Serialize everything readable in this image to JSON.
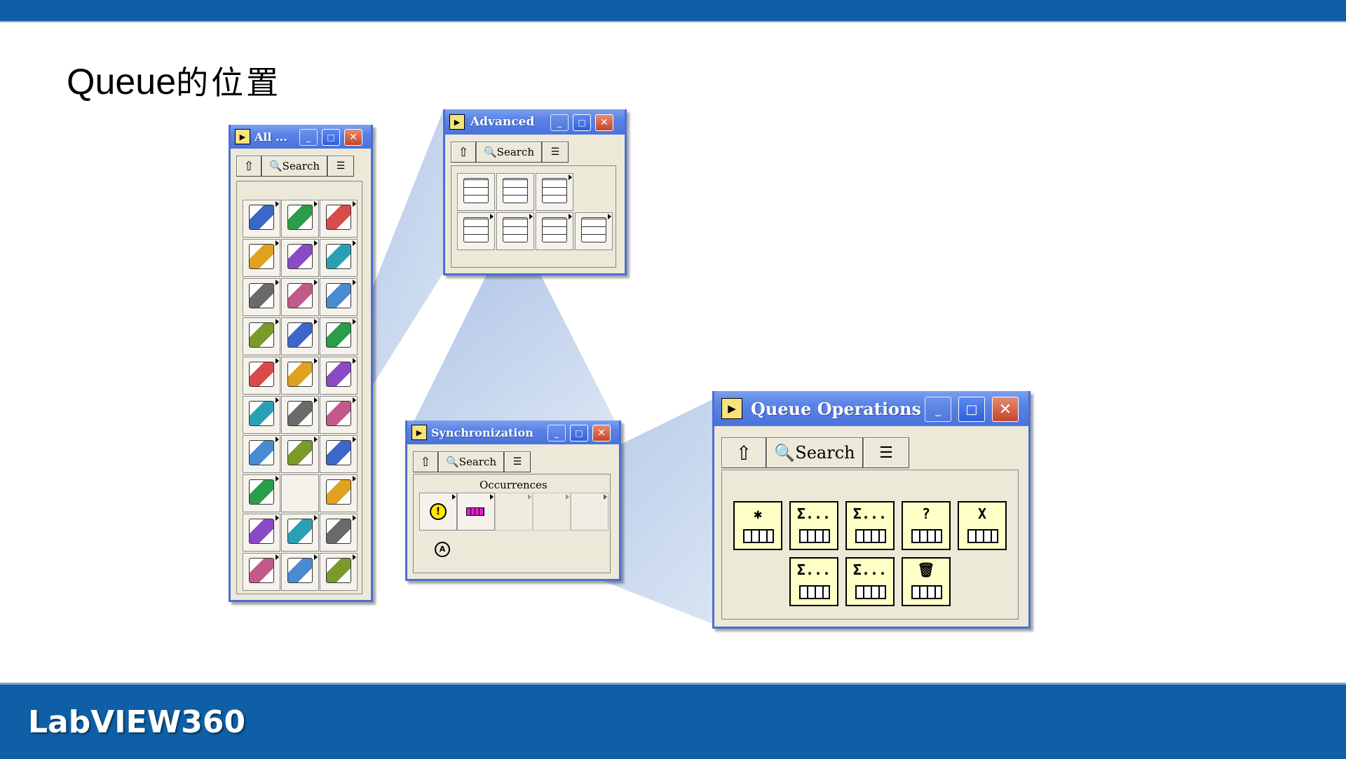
{
  "slide": {
    "title_latin": "Queue",
    "title_cjk": "的位置",
    "brand": "LabVIEW360"
  },
  "colors": {
    "header_blue": "#0e5fa6",
    "window_border": "#4a6fd1",
    "window_face": "#ece9d8",
    "queue_icon_fill": "#ffffc8"
  },
  "windows": {
    "all": {
      "title": "All ...",
      "search_label": "Search"
    },
    "advanced": {
      "title": "Advanced",
      "search_label": "Search"
    },
    "sync": {
      "title": "Synchronization",
      "search_label": "Search",
      "section_label": "Occurrences"
    },
    "queue": {
      "title": "Queue Operations",
      "search_label": "Search"
    }
  },
  "queue_icons": [
    {
      "name": "obtain-queue-icon",
      "symbol": "✱"
    },
    {
      "name": "enqueue-element-icon",
      "symbol": "Σ..."
    },
    {
      "name": "dequeue-element-icon",
      "symbol": "Σ..."
    },
    {
      "name": "get-queue-status-icon",
      "symbol": "?"
    },
    {
      "name": "release-queue-icon",
      "symbol": "X"
    },
    {
      "name": "enqueue-at-opposite-end-icon",
      "symbol": "Σ..."
    },
    {
      "name": "preview-queue-element-icon",
      "symbol": "Σ..."
    },
    {
      "name": "flush-queue-icon",
      "symbol": "🗑"
    }
  ]
}
